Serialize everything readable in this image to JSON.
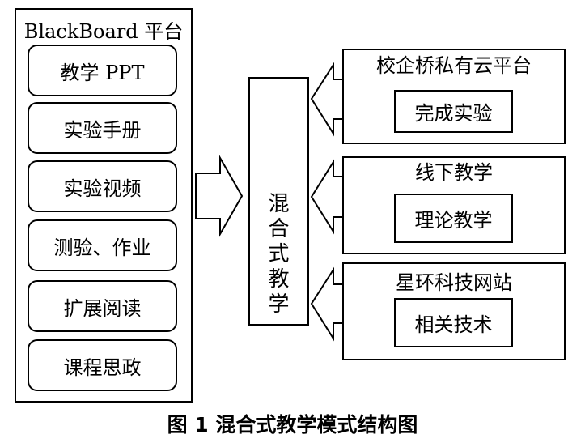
{
  "platform": {
    "title": "BlackBoard 平台",
    "items": [
      "教学 PPT",
      "实验手册",
      "实验视频",
      "测验、作业",
      "扩展阅读",
      "课程思政"
    ]
  },
  "center": {
    "chars": [
      "混",
      "合",
      "式",
      "教",
      "学"
    ]
  },
  "sources": [
    {
      "title": "校企桥私有云平台",
      "inner": "完成实验"
    },
    {
      "title": "线下教学",
      "inner": "理论教学"
    },
    {
      "title": "星环科技网站",
      "inner": "相关技术"
    }
  ],
  "caption": "图 1  混合式教学模式结构图"
}
